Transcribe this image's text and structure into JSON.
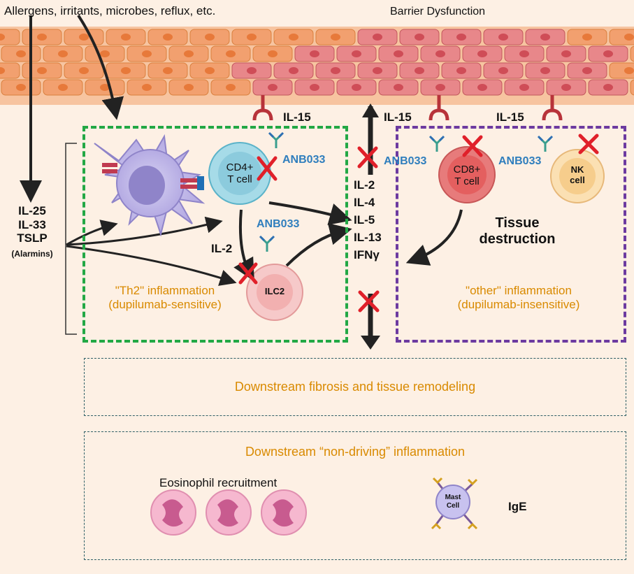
{
  "header": {
    "triggers": "Allergens, irritants, microbes, reflux, etc.",
    "barrier": "Barrier Dysfunction"
  },
  "alarmins": {
    "items": [
      "IL-25",
      "IL-33",
      "TSLP"
    ],
    "note": "(Alarmins)"
  },
  "il15": {
    "left": "IL-15",
    "middle": "IL-15",
    "right": "IL-15"
  },
  "drug": {
    "cd4": "ANB033",
    "ilc2": "ANB033",
    "mid": "ANB033",
    "nk": "ANB033"
  },
  "cells": {
    "cd4": [
      "CD4+",
      "T cell"
    ],
    "ilc2": "ILC2",
    "cd8": [
      "CD8+",
      "T cell"
    ],
    "nk": [
      "NK",
      "cell"
    ],
    "mast": [
      "Mast",
      "Cell"
    ]
  },
  "il2_label": "IL-2",
  "cytokines": [
    "IL-2",
    "IL-4",
    "IL-5",
    "IL-13",
    "IFNγ"
  ],
  "th2_box": {
    "line1": "\"Th2\" inflammation",
    "line2": "(dupilumab-sensitive)"
  },
  "other_box": {
    "line1": "\"other\" inflammation",
    "line2": "(dupilumab-insensitive)",
    "tissue1": "Tissue",
    "tissue2": "destruction"
  },
  "downstream": {
    "fibrosis": "Downstream fibrosis and tissue remodeling",
    "nondriving": "Downstream “non-driving” inflammation",
    "eosinophil": "Eosinophil recruitment",
    "ige": "IgE"
  },
  "colors": {
    "epithelium": "#f2a06f",
    "damaged": "#e8878a",
    "th2_border": "#22a845",
    "other_border": "#6c3aa0",
    "label_orange": "#d98a00",
    "drug_blue": "#2f7ebd",
    "block_x": "#e0202a"
  }
}
